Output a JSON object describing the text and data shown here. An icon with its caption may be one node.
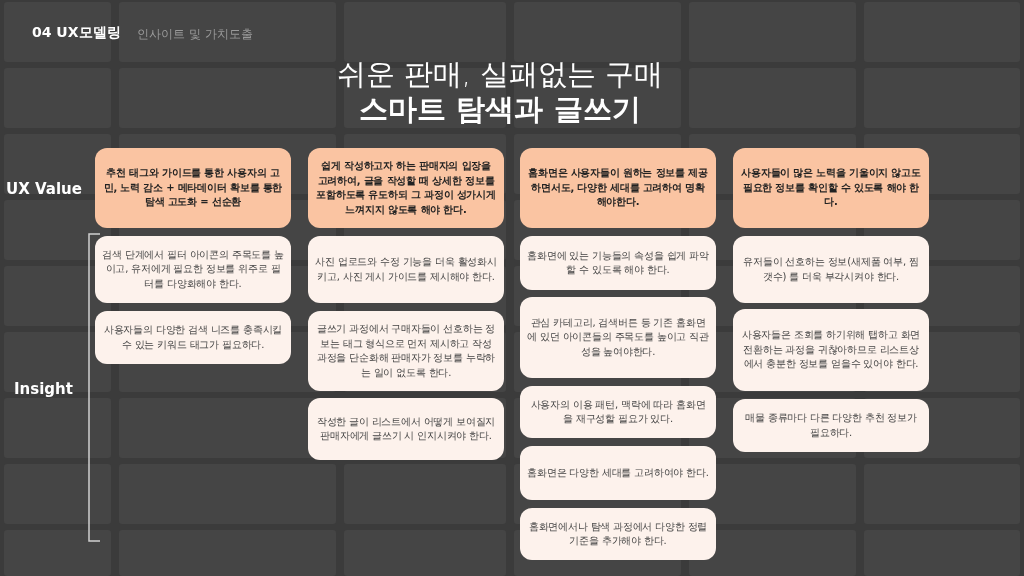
{
  "diagram": {
    "title": "쉬운 판매, 실패없는 구매",
    "nodes": [
      {
        "text": [
          "추천 태그와 가이드를 통한 사용자의 고민, 노력 감소 + 메타데이터 확보를 통한 탐색 고도화 = 선순환"
        ]
      },
      {
        "text": [
          "검색 단계에서 필터 아이콘의 주목도를 높이고, 유저에게 필요한 정보를 위주로 필터를 다양화해야 한다."
        ]
      },
      {
        "text": [
          "사용자들의 다양한 검색 니즈를 충족시킬 수 있는 키워드 태그가 필요하다."
        ]
      },
      {
        "text": [
          "쉽게 작성하고자 하는 판매자의 입장을 고려하여, 글을 작성할 때 상세한 정보를 포함하도록 유도하되 그 과정이 성가시게 느껴지지 않도록 해야 한다."
        ]
      },
      {
        "text": [
          "사진 업로드와 수정 기능을 더욱 활성화시키고, 사진 게시 가이드를 제시해야 한다."
        ]
      },
      {
        "text": [
          "글쓰기 과정에서 구매자들이 선호하는 정보는 태그 형식으로 먼저 제시하고 작성 과정을 단순화해 판매자가 정보를 누락하는 일이 없도록 한다."
        ]
      },
      {
        "text": [
          "작성한 글이 리스트에서 어떻게 보여질지 판매자에게 글쓰기 시 인지시켜야 한다."
        ]
      },
      {
        "text": [
          "홈화면은 사용자들이 원하는 정보를 제공하면서도, 다양한 세대를 고려하여 명확해야한다."
        ]
      },
      {
        "text": [
          "홈화면에 있는 기능들의 속성을 쉽게 파악할 수 있도록 해야 한다."
        ]
      },
      {
        "text": [
          "관심 카테고리, 검색버튼 등 기존 홈화면에 있던 아이콘들의 주목도를 높이고 직관성을 높여야한다."
        ]
      },
      {
        "text": [
          "사용자의 이용 패턴, 맥락에 따라 홈화면을 재구성할 필요가 있다."
        ]
      },
      {
        "text": [
          "홈화면은 다양한 세대를 고려하여야 한다."
        ]
      },
      {
        "text": [
          "홈화면에서나 탐색 과정에서 다양한 정렬 기준을 추가해야 한다."
        ]
      },
      {
        "text": [
          "사용자들이 많은 노력을 기울이지 않고도 필요한 정보를 확인할 수 있도록 해야 한다."
        ]
      },
      {
        "text": [
          "유저들이 선호하는 정보(새제품 여부, 찜 갯수) 를 더욱 부각시켜야 한다."
        ]
      },
      {
        "text": [
          "사용자들은 조회를 하기위해 탭하고 화면전환하는 과정을 귀찮아하므로 리스트상에서 충분한 정보를 얻을수 있어야 한다."
        ]
      },
      {
        "text": [
          "매물 종류마다 다른 다양한 추천 정보가 필요하다."
        ]
      }
    ],
    "labels": [
      "04 UX모델링",
      "인사이트 및 가치도출",
      "스마트 탐색과 글쓰기",
      "UX Value",
      "Insight"
    ]
  }
}
